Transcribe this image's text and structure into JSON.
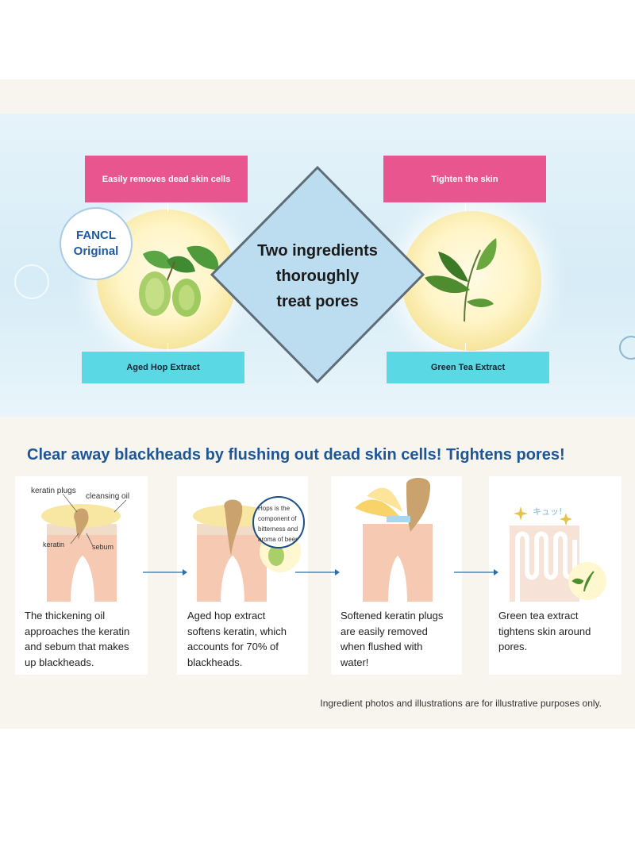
{
  "hero": {
    "left_ingredient": {
      "benefit": "Easily removes dead skin cells",
      "name": "Aged Hop Extract",
      "badge_line1": "FANCL",
      "badge_line2": "Original",
      "image_icon": "hop-cones-icon"
    },
    "right_ingredient": {
      "benefit": "Tighten the skin",
      "name": "Green Tea Extract",
      "image_icon": "tea-leaf-icon"
    },
    "center_line1": "Two ingredients",
    "center_line2": "thoroughly",
    "center_line3": "treat pores",
    "colors": {
      "pink": "#e9568f",
      "cyan": "#5ad9e4",
      "diamond": "#bcdcf0",
      "accent_blue": "#1d5597"
    }
  },
  "steps_section": {
    "heading": "Clear away blackheads by flushing out dead skin cells! Tightens pores!",
    "steps": [
      {
        "illustration_labels": {
          "keratin_plugs": "keratin plugs",
          "cleansing_oil": "cleansing oil",
          "keratin": "keratin",
          "sebum": "sebum"
        },
        "desc_lines": [
          "The thickening oil",
          "approaches the keratin",
          "and sebum that makes",
          "up blackheads."
        ]
      },
      {
        "callout_lines": [
          "Hops is the",
          "component of",
          "bitterness and",
          "aroma of beer"
        ],
        "desc_lines": [
          "Aged hop extract",
          "softens keratin, which",
          "accounts for 70% of",
          "blackheads."
        ]
      },
      {
        "desc_lines": [
          "Softened keratin plugs",
          "are easily removed",
          "when flushed with",
          "water!"
        ]
      },
      {
        "sparkle_text": "キュッ!",
        "desc_lines": [
          "Green tea extract",
          "tightens skin around",
          "pores."
        ]
      }
    ],
    "disclaimer": "Ingredient photos and illustrations are for illustrative purposes only."
  }
}
